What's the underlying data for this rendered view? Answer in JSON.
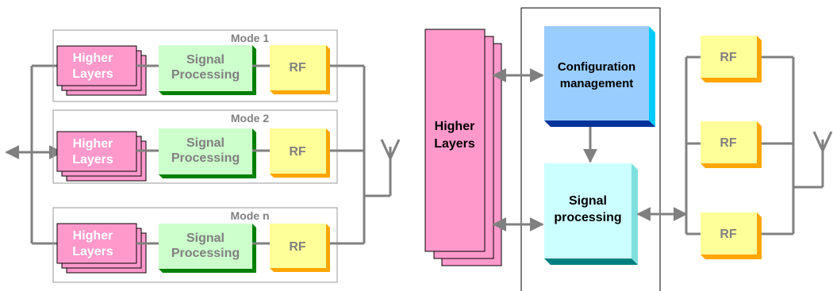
{
  "left": {
    "modes": [
      {
        "title": "Mode 1",
        "higher": [
          "Higher",
          "Layers"
        ],
        "signal": [
          "Signal",
          "Processing"
        ],
        "rf": "RF"
      },
      {
        "title": "Mode 2",
        "higher": [
          "Higher",
          "Layers"
        ],
        "signal": [
          "Signal",
          "Processing"
        ],
        "rf": "RF"
      },
      {
        "title": "Mode n",
        "higher": [
          "Higher",
          "Layers"
        ],
        "signal": [
          "Signal",
          "Processing"
        ],
        "rf": "RF"
      }
    ]
  },
  "right": {
    "higher": [
      "Higher",
      "Layers"
    ],
    "config": [
      "Configuration",
      "management"
    ],
    "signal": [
      "Signal",
      "processing"
    ],
    "rf": [
      "RF",
      "RF",
      "RF"
    ]
  },
  "colors": {
    "pink": "#ff99cc",
    "green_face": "#ccffcc",
    "green_edge": "#008000",
    "yellow_face": "#ffff99",
    "yellow_edge": "#ffa500",
    "blue_face": "#99ccff",
    "blue_edge": "#003399",
    "blue_side": "#00ccff",
    "cyan_face": "#ccffff",
    "cyan_edge": "#008080",
    "line": "#808080",
    "mode_text": "#808080"
  }
}
